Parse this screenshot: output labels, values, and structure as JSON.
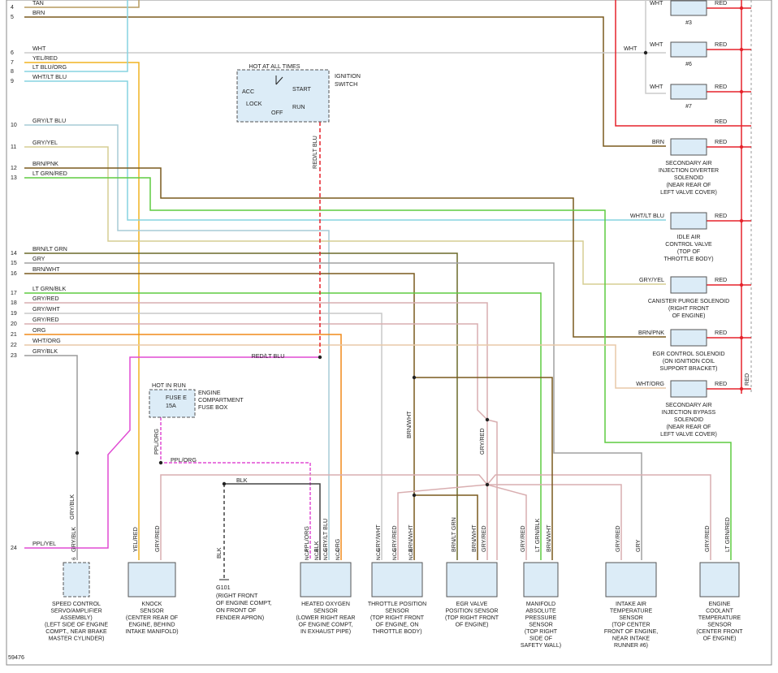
{
  "diagram_id": "59476",
  "colors": {
    "TAN": "#b59a5f",
    "BRN": "#7a5a1e",
    "WHT": "#cccccc",
    "YEL": "#f1b322",
    "LTBLU": "#86d3e0",
    "GRYLTBLU": "#a7ccd6",
    "GRYYEL": "#d6cd93",
    "GRYRED": "#d9aeb0",
    "GRN": "#5ecb41",
    "RED": "#e6222b",
    "PPL": "#e04bd3",
    "ORG": "#f08a1a",
    "GRY": "#a0a0a0",
    "GRYBLK": "#9b9b9b",
    "BRNLTGRN": "#6b6a2a",
    "WHTORG": "#e8c9a8",
    "GRYWHT": "#c8c8c8"
  },
  "left_pins": [
    {
      "num": "4",
      "label": "TAN"
    },
    {
      "num": "5",
      "label": "BRN"
    },
    {
      "num": "6",
      "label": "WHT"
    },
    {
      "num": "7",
      "label": "YEL/RED"
    },
    {
      "num": "8",
      "label": "LT BLU/ORG"
    },
    {
      "num": "9",
      "label": "WHT/LT BLU"
    },
    {
      "num": "10",
      "label": "GRY/LT BLU"
    },
    {
      "num": "11",
      "label": "GRY/YEL"
    },
    {
      "num": "12",
      "label": "BRN/PNK"
    },
    {
      "num": "13",
      "label": "LT GRN/RED"
    },
    {
      "num": "14",
      "label": "BRN/LT GRN"
    },
    {
      "num": "15",
      "label": "GRY"
    },
    {
      "num": "16",
      "label": "BRN/WHT"
    },
    {
      "num": "17",
      "label": "LT GRN/BLK"
    },
    {
      "num": "18",
      "label": "GRY/RED"
    },
    {
      "num": "19",
      "label": "GRY/WHT"
    },
    {
      "num": "20",
      "label": "GRY/RED"
    },
    {
      "num": "21",
      "label": "ORG"
    },
    {
      "num": "22",
      "label": "WHT/ORG"
    },
    {
      "num": "23",
      "label": "GRY/BLK"
    },
    {
      "num": "24",
      "label": "PPL/YEL"
    }
  ],
  "ignition": {
    "title": "HOT AT ALL TIMES",
    "name": "IGNITION SWITCH",
    "acc": "ACC",
    "lock": "LOCK",
    "off": "OFF",
    "start": "START",
    "run": "RUN",
    "wire": "RED/LT BLU"
  },
  "injectors": [
    {
      "label": "#3"
    },
    {
      "label": "#6"
    },
    {
      "label": "#7"
    }
  ],
  "right_wires": {
    "wht": "WHT",
    "red": "RED",
    "brn": "BRN",
    "wht_lt_blu": "WHT/LT BLU",
    "gry_yel": "GRY/YEL",
    "brn_pnk": "BRN/PNK",
    "wht_org": "WHT/ORG"
  },
  "right_components": [
    {
      "line1": "SECONDARY AIR",
      "line2": "INJECTION DIVERTER",
      "line3": "SOLENOID",
      "line4": "(NEAR REAR OF",
      "line5": "LEFT VALVE COVER)"
    },
    {
      "line1": "IDLE AIR",
      "line2": "CONTROL VALVE",
      "line3": "(TOP OF",
      "line4": "THROTTLE BODY)"
    },
    {
      "line1": "CANISTER PURGE SOLENOID",
      "line2": "(RIGHT FRONT",
      "line3": "OF ENGINE)"
    },
    {
      "line1": "EGR CONTROL SOLENOID",
      "line2": "(ON IGNITION COIL",
      "line3": "SUPPORT BRACKET)"
    },
    {
      "line1": "SECONDARY AIR",
      "line2": "INJECTION BYPASS",
      "line3": "SOLENOID",
      "line4": "(NEAR REAR OF",
      "line5": "LEFT VALVE COVER)"
    }
  ],
  "fuse": {
    "title": "HOT IN RUN",
    "fuse": "FUSE E",
    "amps": "15A",
    "name1": "ENGINE",
    "name2": "COMPARTMENT",
    "name3": "FUSE BOX",
    "wire": "PPL/ORG"
  },
  "mid_labels": {
    "red_lt_blu": "RED/LT BLU",
    "blk": "BLK",
    "ppl_org": "PPL/ORG",
    "brn_wht": "BRN/WHT",
    "gry_red": "GRY/RED",
    "gry_blk": "GRY/BLK"
  },
  "ground": {
    "name": "G101",
    "line1": "(RIGHT FRONT",
    "line2": "OF ENGINE COMPT,",
    "line3": "ON FRONT OF",
    "line4": "FENDER APRON)"
  },
  "bottom_components": [
    {
      "pins": [
        "6"
      ],
      "wires": [
        "GRY/BLK"
      ],
      "line1": "SPEED CONTROL",
      "line2": "SERVO/AMPLIFIER",
      "line3": "ASSEMBLY)",
      "line4": "(LEFT SIDE OF ENGINE",
      "line5": "COMPT., NEAR BRAKE",
      "line6": "MASTER CYLINDER)"
    },
    {
      "pins": [
        "",
        ""
      ],
      "wires": [
        "YEL/RED",
        "GRY/RED"
      ],
      "line1": "KNOCK",
      "line2": "SENSOR",
      "line3": "(CENTER REAR OF",
      "line4": "ENGINE, BEHIND",
      "line5": "INTAKE MANIFOLD)"
    },
    {
      "pins": [
        "NCA",
        "NCA",
        "NCA",
        "NCA"
      ],
      "wires": [
        "PPL/ORG",
        "BLK",
        "GRY/LT BLU",
        "ORG"
      ],
      "line1": "HEATED OXYGEN",
      "line2": "SENSOR",
      "line3": "(LOWER RIGHT REAR",
      "line4": "OF ENGINE COMPT,",
      "line5": "IN EXHAUST PIPE)"
    },
    {
      "pins": [
        "NCA",
        "NCA",
        "NCA"
      ],
      "wires": [
        "GRY/WHT",
        "GRY/RED",
        "BRN/WHT"
      ],
      "line1": "THROTTLE POSITION",
      "line2": "SENSOR",
      "line3": "(TOP RIGHT FRONT",
      "line4": "OF ENGINE, ON",
      "line5": "THROTTLE BODY)"
    },
    {
      "pins": [
        "",
        "",
        ""
      ],
      "wires": [
        "BRN/LT GRN",
        "BRN/WHT",
        "GRY/RED"
      ],
      "line1": "EGR VALVE",
      "line2": "POSITION SENSOR",
      "line3": "(TOP RIGHT FRONT",
      "line4": "OF ENGINE)"
    },
    {
      "pins": [
        "",
        "",
        ""
      ],
      "wires": [
        "GRY/RED",
        "LT GRN/BLK",
        "BRN/WHT"
      ],
      "line1": "MANIFOLD",
      "line2": "ABSOLUTE",
      "line3": "PRESSURE",
      "line4": "SENSOR",
      "line5": "(TOP RIGHT",
      "line6": "SIDE OF",
      "line7": "SAFETY WALL)"
    },
    {
      "pins": [
        "",
        ""
      ],
      "wires": [
        "GRY/RED",
        "GRY"
      ],
      "line1": "INTAKE AIR",
      "line2": "TEMPERATURE",
      "line3": "SENSOR",
      "line4": "(TOP CENTER",
      "line5": "FRONT OF ENGINE,",
      "line6": "NEAR INTAKE",
      "line7": "RUNNER #6)"
    },
    {
      "pins": [
        "",
        ""
      ],
      "wires": [
        "GRY/RED",
        "LT GRN/RED"
      ],
      "line1": "ENGINE",
      "line2": "COOLANT",
      "line3": "TEMPERATURE",
      "line4": "SENSOR",
      "line5": "(CENTER FRONT",
      "line6": "OF ENGINE)"
    }
  ]
}
